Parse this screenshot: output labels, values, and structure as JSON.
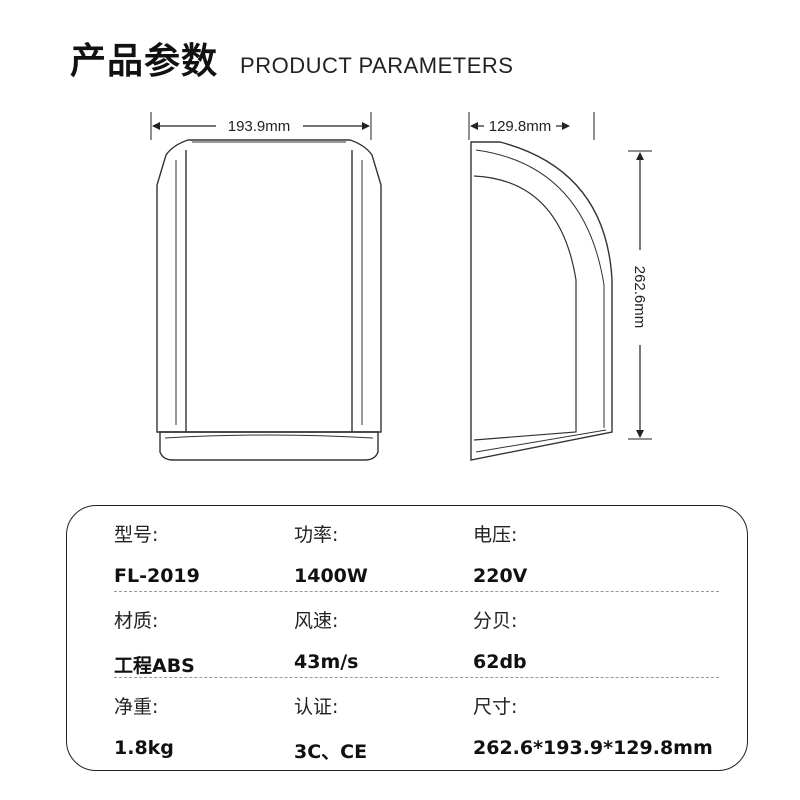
{
  "header": {
    "title_cn": "产品参数",
    "title_en": "PRODUCT PARAMETERS"
  },
  "drawing": {
    "width_label": "193.9mm",
    "depth_label": "129.8mm",
    "height_label": "262.6mm"
  },
  "specs": [
    [
      {
        "label": "型号:",
        "value": "FL-2019"
      },
      {
        "label": "功率:",
        "value": "1400W"
      },
      {
        "label": "电压:",
        "value": "220V"
      }
    ],
    [
      {
        "label": "材质:",
        "value": "工程ABS"
      },
      {
        "label": "风速:",
        "value": "43m/s"
      },
      {
        "label": "分贝:",
        "value": "62db"
      }
    ],
    [
      {
        "label": "净重:",
        "value": "1.8kg"
      },
      {
        "label": "认证:",
        "value": "3C、CE"
      },
      {
        "label": "尺寸:",
        "value": "262.6*193.9*129.8mm"
      }
    ]
  ]
}
